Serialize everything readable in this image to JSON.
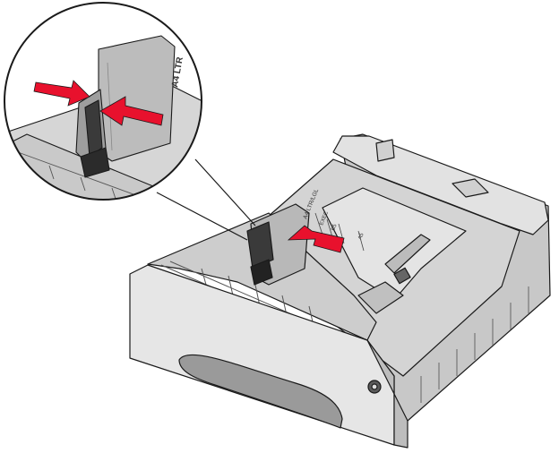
{
  "figure": {
    "colors": {
      "tray_light": "#dcdcdc",
      "tray_mid": "#c4c4c4",
      "tray_dark": "#9a9a9a",
      "outline": "#1a1a1a",
      "arrow": "#e8112d",
      "guide_dark": "#3a3a3a"
    },
    "tray_labels": {
      "a4": "A4 LTR/LGL",
      "exec": "EXEC",
      "b5": "B5",
      "a5": "A5"
    },
    "zoom_labels": {
      "a4": "A4 LTR"
    }
  }
}
